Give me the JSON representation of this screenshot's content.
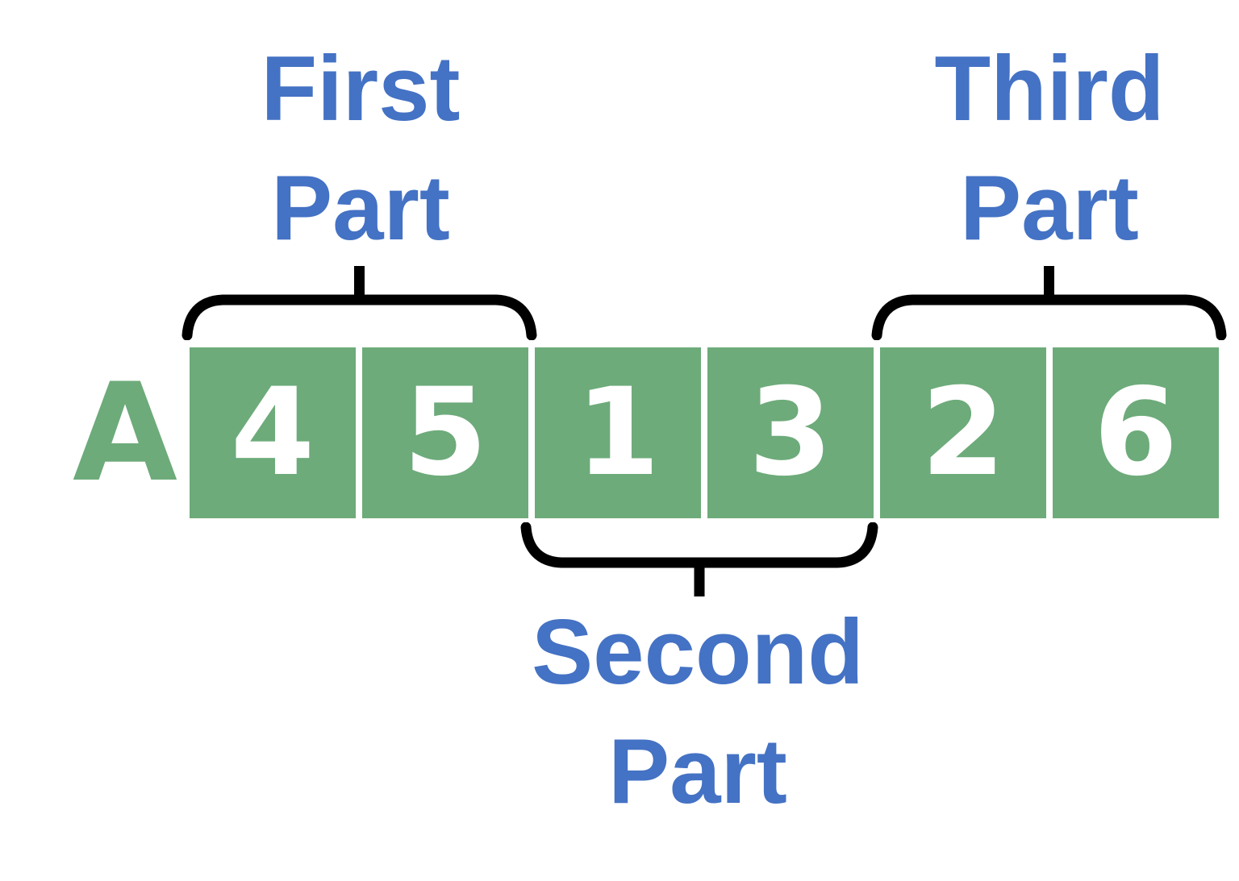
{
  "diagram": {
    "array_label": "A",
    "cells": [
      "4",
      "5",
      "1",
      "3",
      "2",
      "6"
    ],
    "groups": [
      {
        "name": "first-part",
        "line1": "First",
        "line2": "Part",
        "position": "top",
        "covers_cells": [
          0,
          1
        ]
      },
      {
        "name": "second-part",
        "line1": "Second",
        "line2": "Part",
        "position": "bottom",
        "covers_cells": [
          2,
          3
        ]
      },
      {
        "name": "third-part",
        "line1": "Third",
        "line2": "Part",
        "position": "top",
        "covers_cells": [
          4,
          5
        ]
      }
    ],
    "colors": {
      "cell_green": "#6DAB7A",
      "label_blue": "#4472C4",
      "digit_white": "#FFFFFF",
      "brace_black": "#000000",
      "bg_white": "#FFFFFF"
    }
  }
}
